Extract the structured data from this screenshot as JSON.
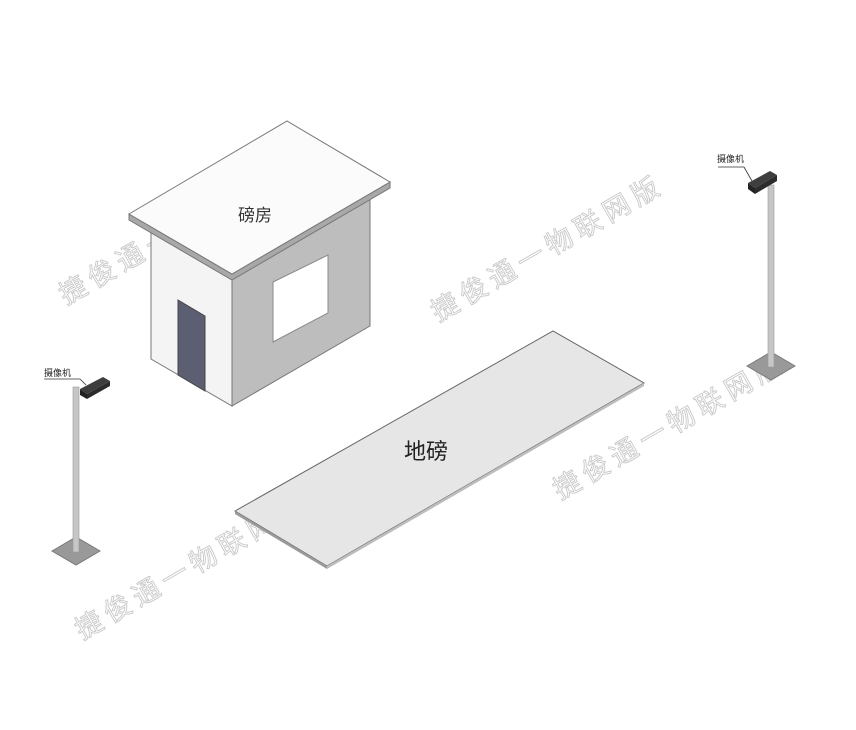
{
  "labels": {
    "booth": "磅房",
    "scale": "地磅",
    "camera_left": "摄像机",
    "camera_right": "摄像机"
  },
  "watermark": "捷俊通一物联网版",
  "colors": {
    "roof": "#fbfbfb",
    "wall_front": "#f4f4f4",
    "wall_side": "#bdbdbd",
    "door": "#5c5f72",
    "window": "#ffffff",
    "platform": "#e6e6e6",
    "pole": "#c6c6c6",
    "base": "#999999",
    "camera": "#3e3e3e",
    "outline": "#555555",
    "watermark": "#c9c9c9"
  }
}
